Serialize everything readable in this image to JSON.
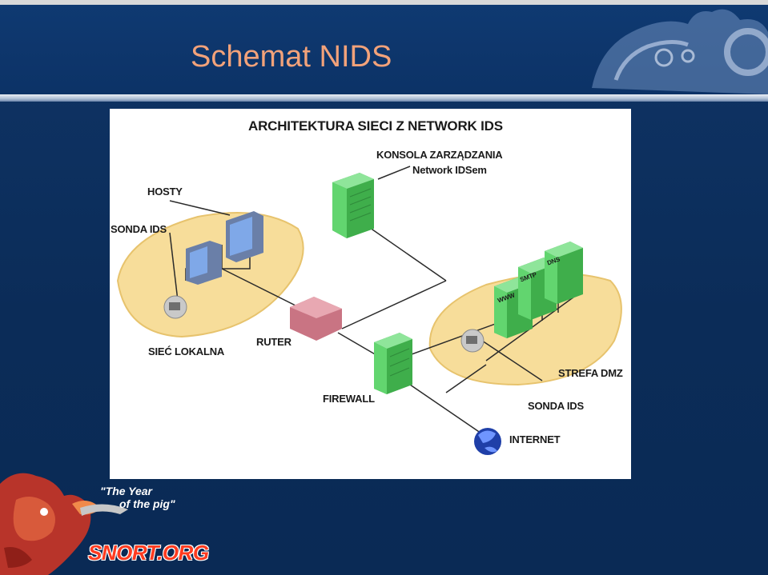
{
  "slide": {
    "title": "Schemat NIDS"
  },
  "diagram": {
    "heading": "ARCHITEKTURA SIECI Z NETWORK IDS",
    "labels": {
      "console_line1": "KONSOLA ZARZĄDZANIA",
      "console_line2": "Network IDSem",
      "hosts": "HOSTY",
      "probe_lan": "SONDA IDS",
      "lan": "SIEĆ LOKALNA",
      "router": "RUTER",
      "firewall": "FIREWALL",
      "dmz": "STREFA DMZ",
      "probe_dmz": "SONDA IDS",
      "internet": "INTERNET",
      "server_www": "WWW",
      "server_smtp": "SMTP",
      "server_dns": "DNS"
    }
  },
  "branding": {
    "slogan_line1": "\"The Year",
    "slogan_line2": "of the pig\"",
    "site": "SNORT.ORG"
  },
  "colors": {
    "background": "#0d2f5c",
    "title": "#f2a27a",
    "server_green": "#5fcf6a",
    "zone_fill": "#f7dd9a",
    "router_pink": "#d98a95"
  }
}
